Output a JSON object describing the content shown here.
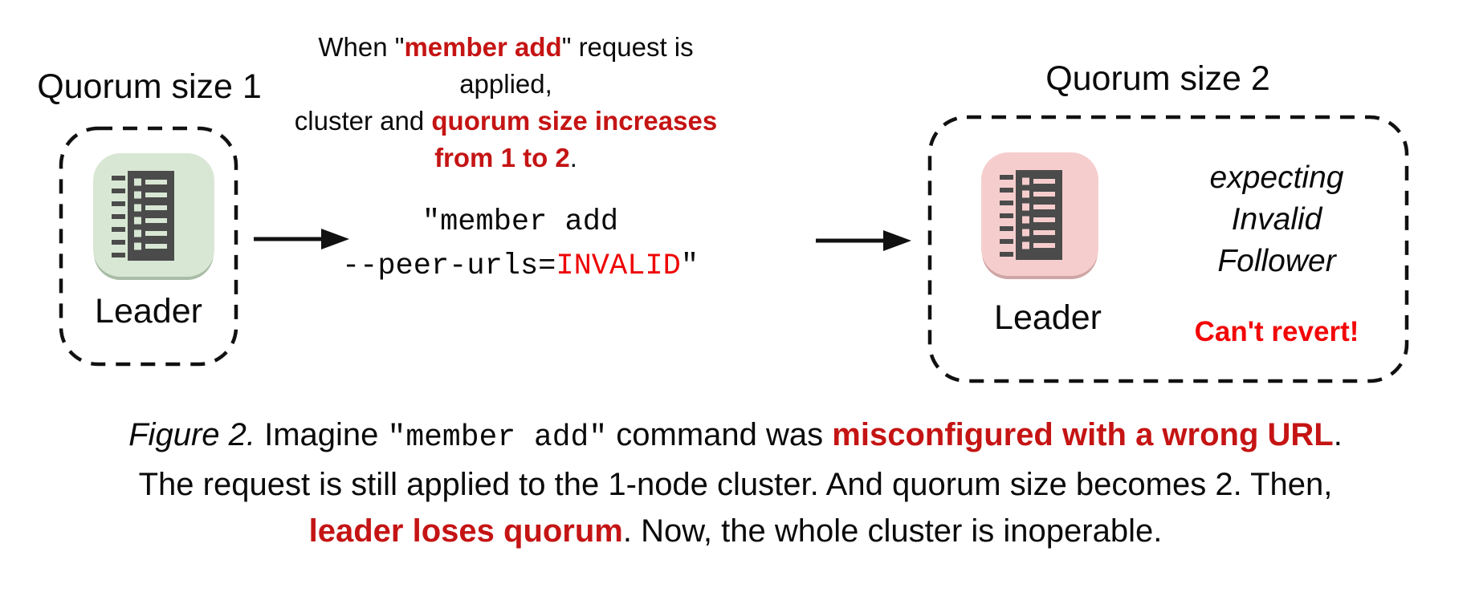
{
  "figure": {
    "left_cluster": {
      "quorum_label": "Quorum size 1",
      "node_label": "Leader"
    },
    "right_cluster": {
      "quorum_label": "Quorum size 2",
      "node_label": "Leader",
      "expecting_line1": "expecting",
      "expecting_line2": "Invalid",
      "expecting_line3": "Follower",
      "warning": "Can't revert!"
    },
    "annotation": {
      "l1_a": "When \"",
      "l1_b": "member add",
      "l1_c": "\" request is applied,",
      "l2_a": "cluster and ",
      "l2_b": "quorum size increases",
      "l3_a": "from 1 to 2",
      "l3_b": "."
    },
    "command": {
      "line1": "\"member add",
      "l2_a": "--peer-urls=",
      "l2_b": "INVALID",
      "l2_c": "\""
    },
    "caption": {
      "l1_figure": "Figure 2.",
      "l1_a": " Imagine ",
      "l1_cmd": "\"member add\"",
      "l1_b": " command was ",
      "l1_red": "misconfigured with a wrong URL",
      "l1_c": ".",
      "l2": "The request is still applied to the 1-node cluster. And quorum size becomes 2. Then,",
      "l3_red": "leader loses quorum",
      "l3_a": ". Now, the whole cluster is inoperable."
    },
    "icons": {
      "node_icon": "member-list-icon",
      "arrow_icon": "arrow-right-icon"
    },
    "colors": {
      "accent_red_bold": "#c51414",
      "warning_red": "#f20606",
      "invalid_red": "#ee0404",
      "tile_green": "#d8e7d4",
      "tile_green_shadow": "#a9bda6",
      "tile_pink": "#f6cdcd",
      "tile_pink_shadow": "#cfa6a6",
      "glyph_dark": "#4b4b4b",
      "text_black": "#0a0a0a"
    }
  }
}
